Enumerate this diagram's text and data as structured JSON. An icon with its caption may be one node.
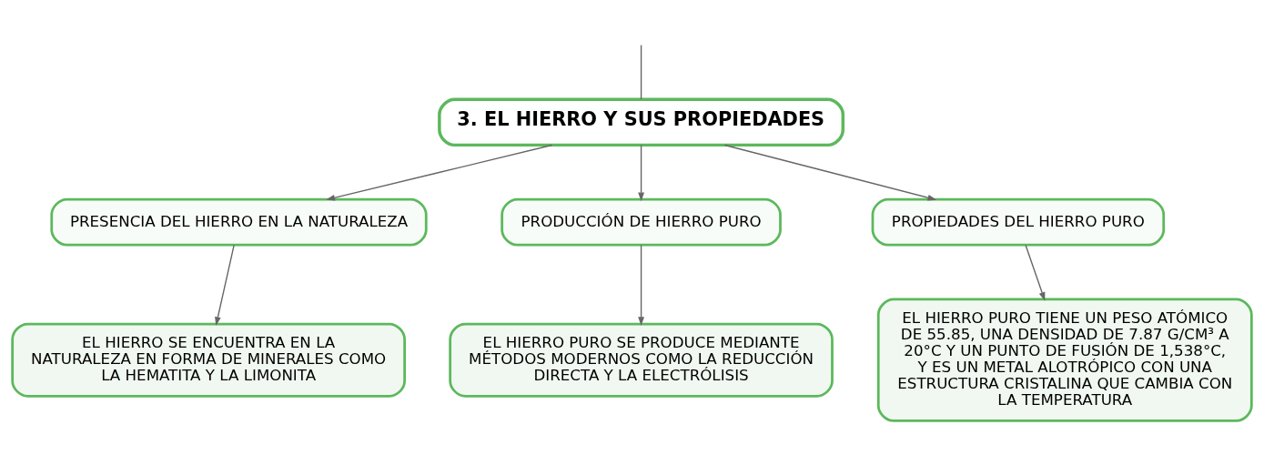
{
  "diagram": {
    "nodes": [
      {
        "text": [
          "3. EL HIERRO Y SUS PROPIEDADES"
        ]
      },
      {
        "text": [
          "PRESENCIA DEL HIERRO EN LA NATURALEZA"
        ]
      },
      {
        "text": [
          "PRODUCCIÓN DE HIERRO PURO"
        ]
      },
      {
        "text": [
          "PROPIEDADES DEL HIERRO PURO"
        ]
      },
      {
        "text": [
          "EL HIERRO SE ENCUENTRA EN LA NATURALEZA EN FORMA DE MINERALES COMO LA HEMATITA Y LA LIMONITA"
        ]
      },
      {
        "text": [
          "EL HIERRO PURO SE PRODUCE MEDIANTE MÉTODOS MODERNOS COMO LA REDUCCIÓN DIRECTA Y LA ELECTRÓLISIS"
        ]
      },
      {
        "text": [
          "EL HIERRO PURO TIENE UN PESO ATÓMICO DE 55.85, UNA DENSIDAD DE 7.87 G/CM³ A 20°C Y UN PUNTO DE FUSIÓN DE 1,538°C, Y ES UN METAL ALOTRÓPICO CON UNA ESTRUCTURA CRISTALINA QUE CAMBIA CON LA TEMPERATURA"
        ]
      }
    ],
    "edges": [
      {
        "from": null,
        "to": 0,
        "arrow": "none"
      },
      {
        "from": 0,
        "to": 1,
        "arrow": "to"
      },
      {
        "from": 0,
        "to": 2,
        "arrow": "to"
      },
      {
        "from": 0,
        "to": 3,
        "arrow": "to"
      },
      {
        "from": 1,
        "to": 4,
        "arrow": "to"
      },
      {
        "from": 2,
        "to": 5,
        "arrow": "to"
      },
      {
        "from": 3,
        "to": 6,
        "arrow": "to"
      }
    ]
  }
}
